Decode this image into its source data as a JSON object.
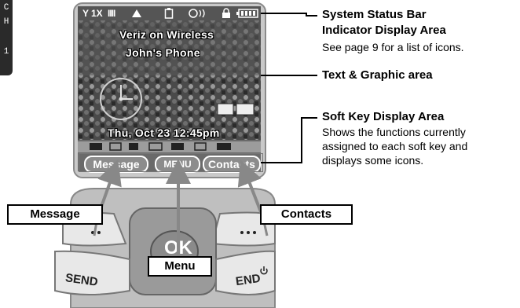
{
  "side_tab": {
    "letters": [
      "C",
      "H",
      "1"
    ]
  },
  "status_bar": {
    "signal": "Y",
    "network": "1X",
    "bars": "IIII",
    "icons": [
      "signal-icon",
      "roaming-icon",
      "phone-icon",
      "tty-icon",
      "lock-icon",
      "battery-icon"
    ]
  },
  "screen": {
    "banner": "Veriz on Wireless",
    "owner": "John's Phone",
    "datetime": "Thu, Oct 23  12:45pm"
  },
  "soft_keys": {
    "left": "Message",
    "center": "MENU",
    "right": "Contacts"
  },
  "callouts": {
    "status_title_1": "System Status Bar",
    "status_title_2": "Indicator Display Area",
    "status_desc": "See page 9 for a list of icons.",
    "text_graphic_title": "Text & Graphic area",
    "softkey_title": "Soft Key Display Area",
    "softkey_desc_1": "Shows the functions currently",
    "softkey_desc_2": "assigned to each soft key and",
    "softkey_desc_3": "displays some icons."
  },
  "labels": {
    "message": "Message",
    "contacts": "Contacts",
    "menu": "Menu"
  },
  "keypad": {
    "ok": "OK",
    "send": "SEND",
    "end": "END"
  },
  "colors": {
    "screen_bg": "#3b3b3b",
    "frame": "#c9c9c9",
    "text": "#000000"
  }
}
